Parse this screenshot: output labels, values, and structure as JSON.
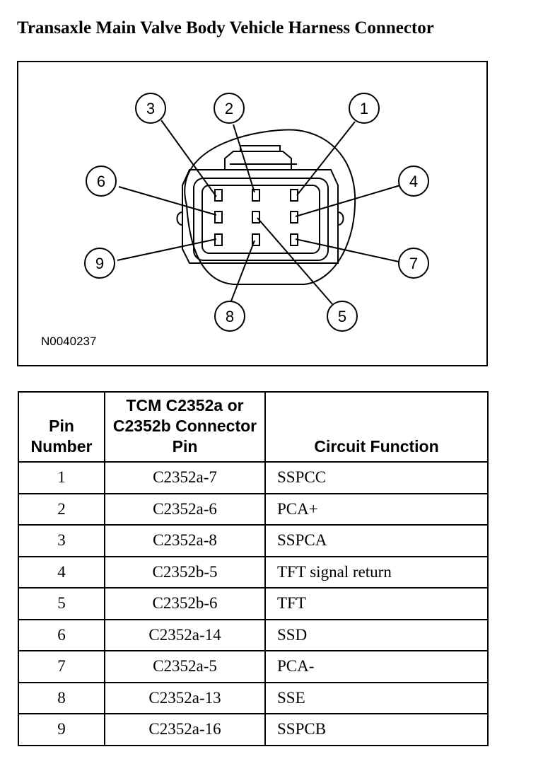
{
  "title": "Transaxle Main Valve Body Vehicle Harness Connector",
  "diagram": {
    "figure_id": "N0040237",
    "callouts": [
      "1",
      "2",
      "3",
      "4",
      "5",
      "6",
      "7",
      "8",
      "9"
    ]
  },
  "table": {
    "headers": {
      "pin": "Pin Number",
      "connector": "TCM C2352a or C2352b Connector Pin",
      "function": "Circuit Function"
    },
    "rows": [
      {
        "pin": "1",
        "connector": "C2352a-7",
        "function": "SSPCC"
      },
      {
        "pin": "2",
        "connector": "C2352a-6",
        "function": "PCA+"
      },
      {
        "pin": "3",
        "connector": "C2352a-8",
        "function": "SSPCA"
      },
      {
        "pin": "4",
        "connector": "C2352b-5",
        "function": "TFT signal return"
      },
      {
        "pin": "5",
        "connector": "C2352b-6",
        "function": "TFT"
      },
      {
        "pin": "6",
        "connector": "C2352a-14",
        "function": "SSD"
      },
      {
        "pin": "7",
        "connector": "C2352a-5",
        "function": "PCA-"
      },
      {
        "pin": "8",
        "connector": "C2352a-13",
        "function": "SSE"
      },
      {
        "pin": "9",
        "connector": "C2352a-16",
        "function": "SSPCB"
      }
    ]
  }
}
